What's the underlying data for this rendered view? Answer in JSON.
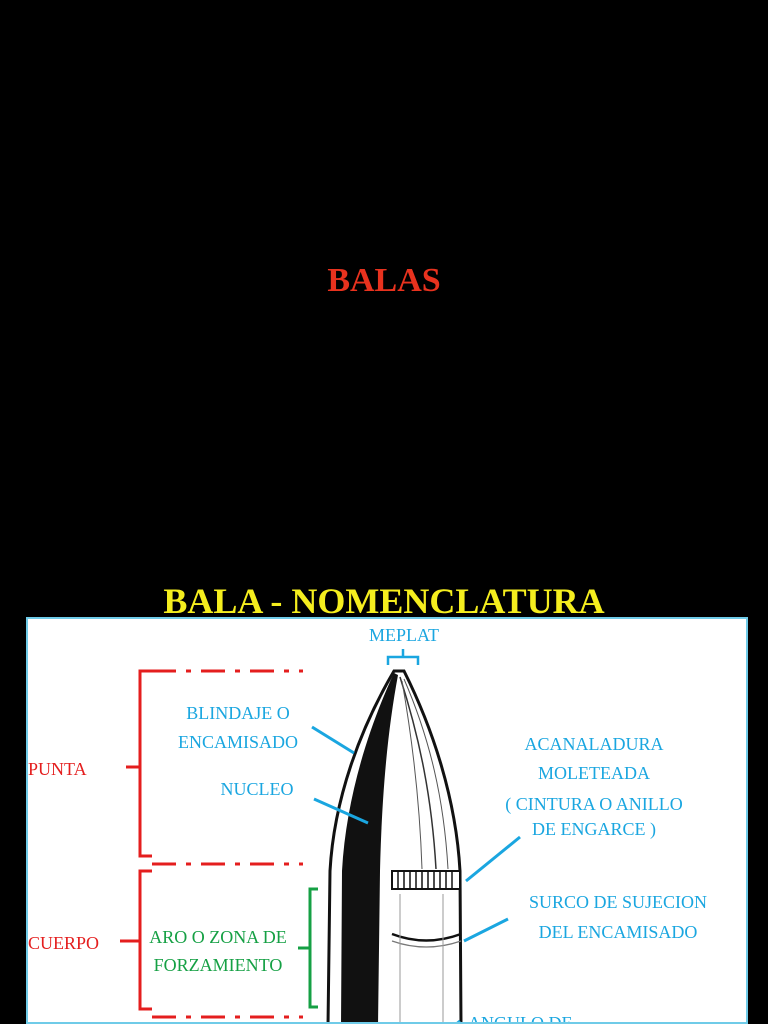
{
  "slide1": {
    "title": "BALAS"
  },
  "slide2": {
    "title": "BALA - NOMENCLATURA",
    "labels": {
      "meplat": "MEPLAT",
      "blindaje_1": "BLINDAJE O",
      "blindaje_2": "ENCAMISADO",
      "nucleo": "NUCLEO",
      "acanaladura_1": "ACANALADURA",
      "acanaladura_2": "MOLETEADA",
      "acanaladura_3": "( CINTURA O ANILLO",
      "acanaladura_4": "DE ENGARCE )",
      "surco_1": "SURCO DE SUJECION",
      "surco_2": "DEL ENCAMISADO",
      "angulo_1": "ANGULO DE",
      "punta": "PUNTA",
      "cuerpo": "CUERPO",
      "aro_1": "ARO O ZONA DE",
      "aro_2": "FORZAMIENTO"
    },
    "colors": {
      "part_label": "#1aa6e0",
      "section_label": "#e41e1e",
      "zone_label": "#15a044"
    }
  }
}
